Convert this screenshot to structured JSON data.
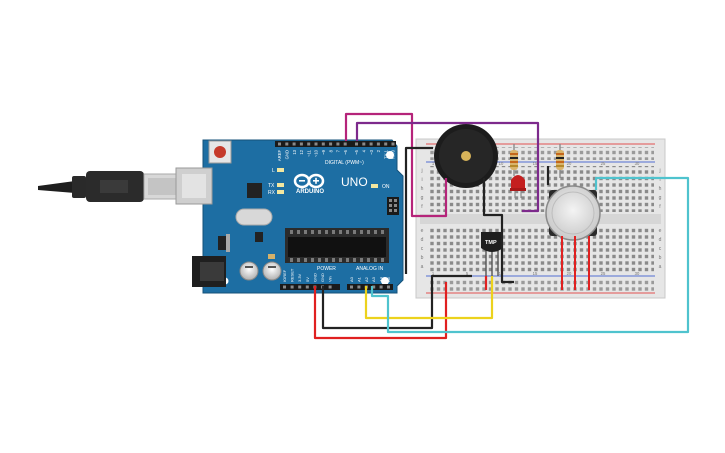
{
  "arduino": {
    "brand": "ARDUINO",
    "model": "UNO",
    "digital_header_label": "DIGITAL (PWM~)",
    "power_label": "POWER",
    "analog_label": "ANALOG IN",
    "on_label": "ON",
    "led_l_label": "L",
    "led_tx_label": "TX",
    "led_rx_label": "RX",
    "digital_pins": [
      "AREF",
      "GND",
      "13",
      "12",
      "~11",
      "~10",
      "~9",
      "8",
      "7",
      "~6",
      "~5",
      "4",
      "~3",
      "2",
      "TX 1",
      "RX 0"
    ],
    "power_pins": [
      "IOREF",
      "RESET",
      "3.3V",
      "5V",
      "GND",
      "GND",
      "Vin"
    ],
    "analog_pins": [
      "A0",
      "A1",
      "A2",
      "A3",
      "A4",
      "A5"
    ]
  },
  "breadboard": {
    "row_letters": [
      "a",
      "b",
      "c",
      "d",
      "e",
      "f",
      "g",
      "h",
      "i",
      "j"
    ],
    "column_numbers": [
      "1",
      "5",
      "10",
      "15",
      "20",
      "25",
      "30"
    ]
  },
  "components": {
    "temp_sensor_label": "TMP"
  },
  "colors": {
    "arduino_board": "#1d6ea3",
    "breadboard": "#e6e6e6",
    "wire_magenta": "#b5247a",
    "wire_purple": "#7d2a8c",
    "wire_red": "#e02020",
    "wire_black": "#222222",
    "wire_yellow": "#ecd21d",
    "wire_cyan": "#4fc3ce",
    "led_red": "#c41f1f"
  }
}
